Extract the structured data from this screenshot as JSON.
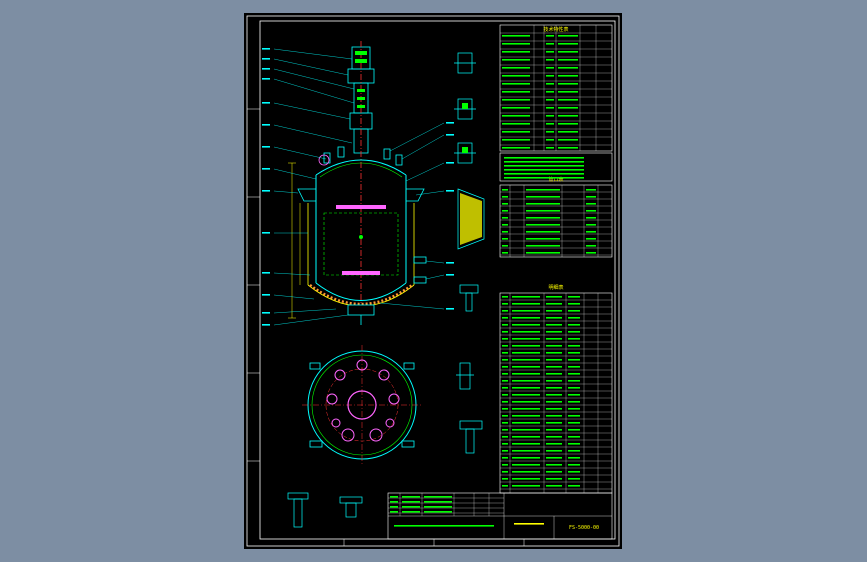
{
  "viewport": {
    "background": "#7d8ea3"
  },
  "drawing": {
    "background": "#000000",
    "colors": {
      "frame": "#ffffff",
      "outline": "#00ffff",
      "part": "#00ff00",
      "dimension": "#ffff00",
      "centerline": "#ff3333",
      "accent": "#ff66ff"
    },
    "tables": {
      "tech_title": "技术特性表",
      "nozzle_title": "管口表",
      "parts_title": "明细表"
    },
    "title_block": {
      "drawing_no": "FS-5000-00"
    }
  }
}
